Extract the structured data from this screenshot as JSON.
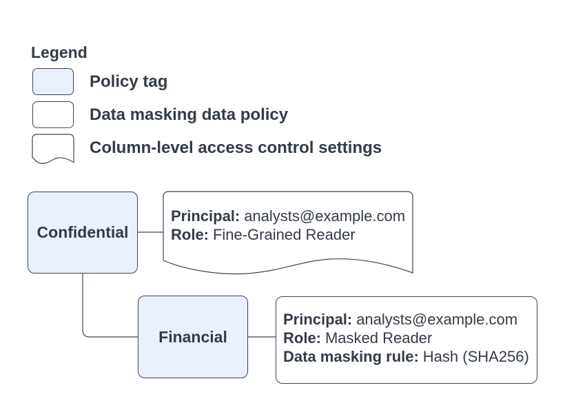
{
  "colors": {
    "policy_tag_fill": "#eaf1fc",
    "shape_border": "#3b4454",
    "text": "#333b47",
    "background": "#ffffff"
  },
  "legend": {
    "title": "Legend",
    "items": [
      {
        "label": "Policy tag"
      },
      {
        "label": "Data masking data policy"
      },
      {
        "label": "Column-level access control settings"
      }
    ]
  },
  "nodes": {
    "confidential": {
      "label": "Confidential"
    },
    "financial": {
      "label": "Financial"
    },
    "confidential_access_control": {
      "fields": [
        {
          "name": "Principal:",
          "value": "analysts@example.com"
        },
        {
          "name": "Role:",
          "value": "Fine-Grained Reader"
        }
      ]
    },
    "financial_data_policy": {
      "fields": [
        {
          "name": "Principal:",
          "value": "analysts@example.com"
        },
        {
          "name": "Role:",
          "value": "Masked Reader"
        },
        {
          "name": "Data masking rule:",
          "value": "Hash (SHA256)"
        }
      ]
    }
  }
}
